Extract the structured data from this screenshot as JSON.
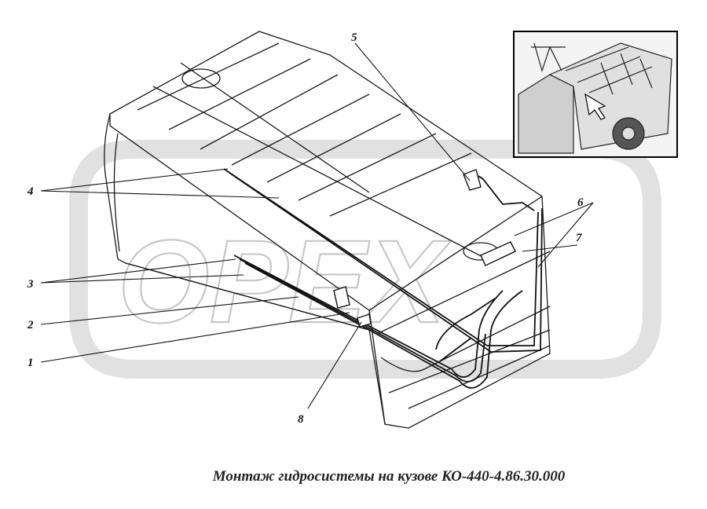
{
  "caption": "Монтаж гидросистемы на кузове КО-440-4.86.30.000",
  "callouts": [
    "1",
    "2",
    "3",
    "4",
    "5",
    "6",
    "7",
    "8"
  ],
  "watermark": {
    "text": "OPEX",
    "color": "#b5b5b5"
  },
  "line_color": "#1a1a1a"
}
